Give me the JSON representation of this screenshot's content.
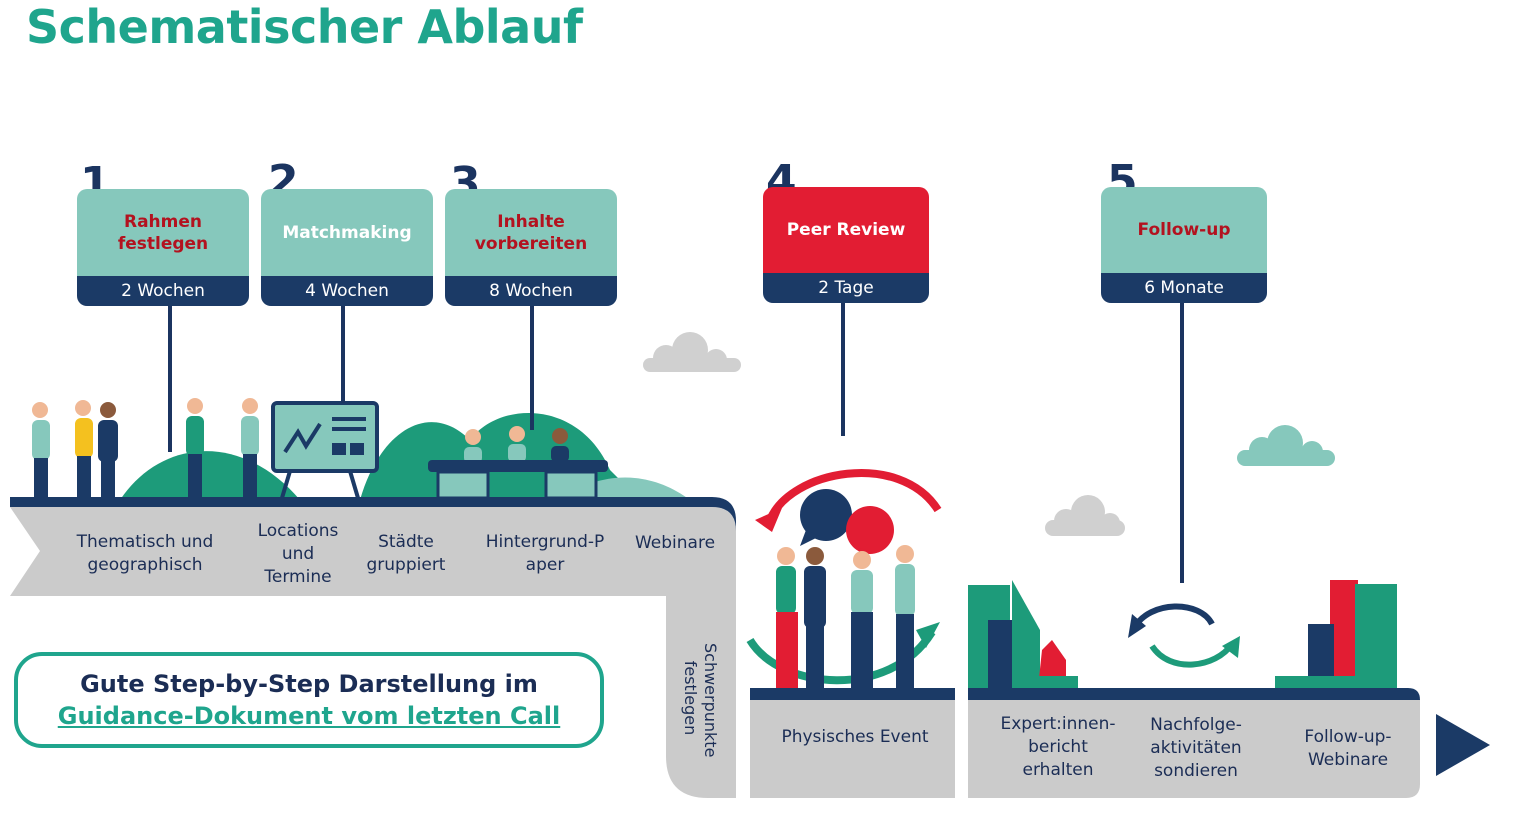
{
  "title": "Schematischer Ablauf",
  "steps": [
    {
      "number": "1",
      "label": "Rahmen festlegen",
      "duration": "2 Wochen"
    },
    {
      "number": "2",
      "label": "Matchmaking",
      "duration": "4 Wochen"
    },
    {
      "number": "3",
      "label": "Inhalte vorbereiten",
      "duration": "8 Wochen"
    },
    {
      "number": "4",
      "label": "Peer Review",
      "duration": "2 Tage"
    },
    {
      "number": "5",
      "label": "Follow-up",
      "duration": "6 Monate"
    }
  ],
  "activities": {
    "thematisch": "Thematisch und geographisch",
    "locations": "Locations und Termine",
    "staedte": "Städte gruppiert",
    "hintergrund": "Hintergrund-Paper",
    "webinare": "Webinare",
    "schwerpunkte": "Schwerpunkte festlegen",
    "physisch": "Physisches Event",
    "bericht": "Expert:innen-bericht erhalten",
    "nachfolge": "Nachfolge-aktivitäten sondieren",
    "followup_webinare": "Follow-up-Webinare"
  },
  "note": {
    "line1": "Gute Step-by-Step Darstellung im",
    "link": "Guidance-Dokument vom letzten Call"
  },
  "colors": {
    "teal": "#1fa58d",
    "light_teal": "#86c8bc",
    "navy": "#1b3a66",
    "red": "#e21d33",
    "dark_red": "#b3121f",
    "grey": "#cbcbcb",
    "green": "#1d9b7a"
  }
}
